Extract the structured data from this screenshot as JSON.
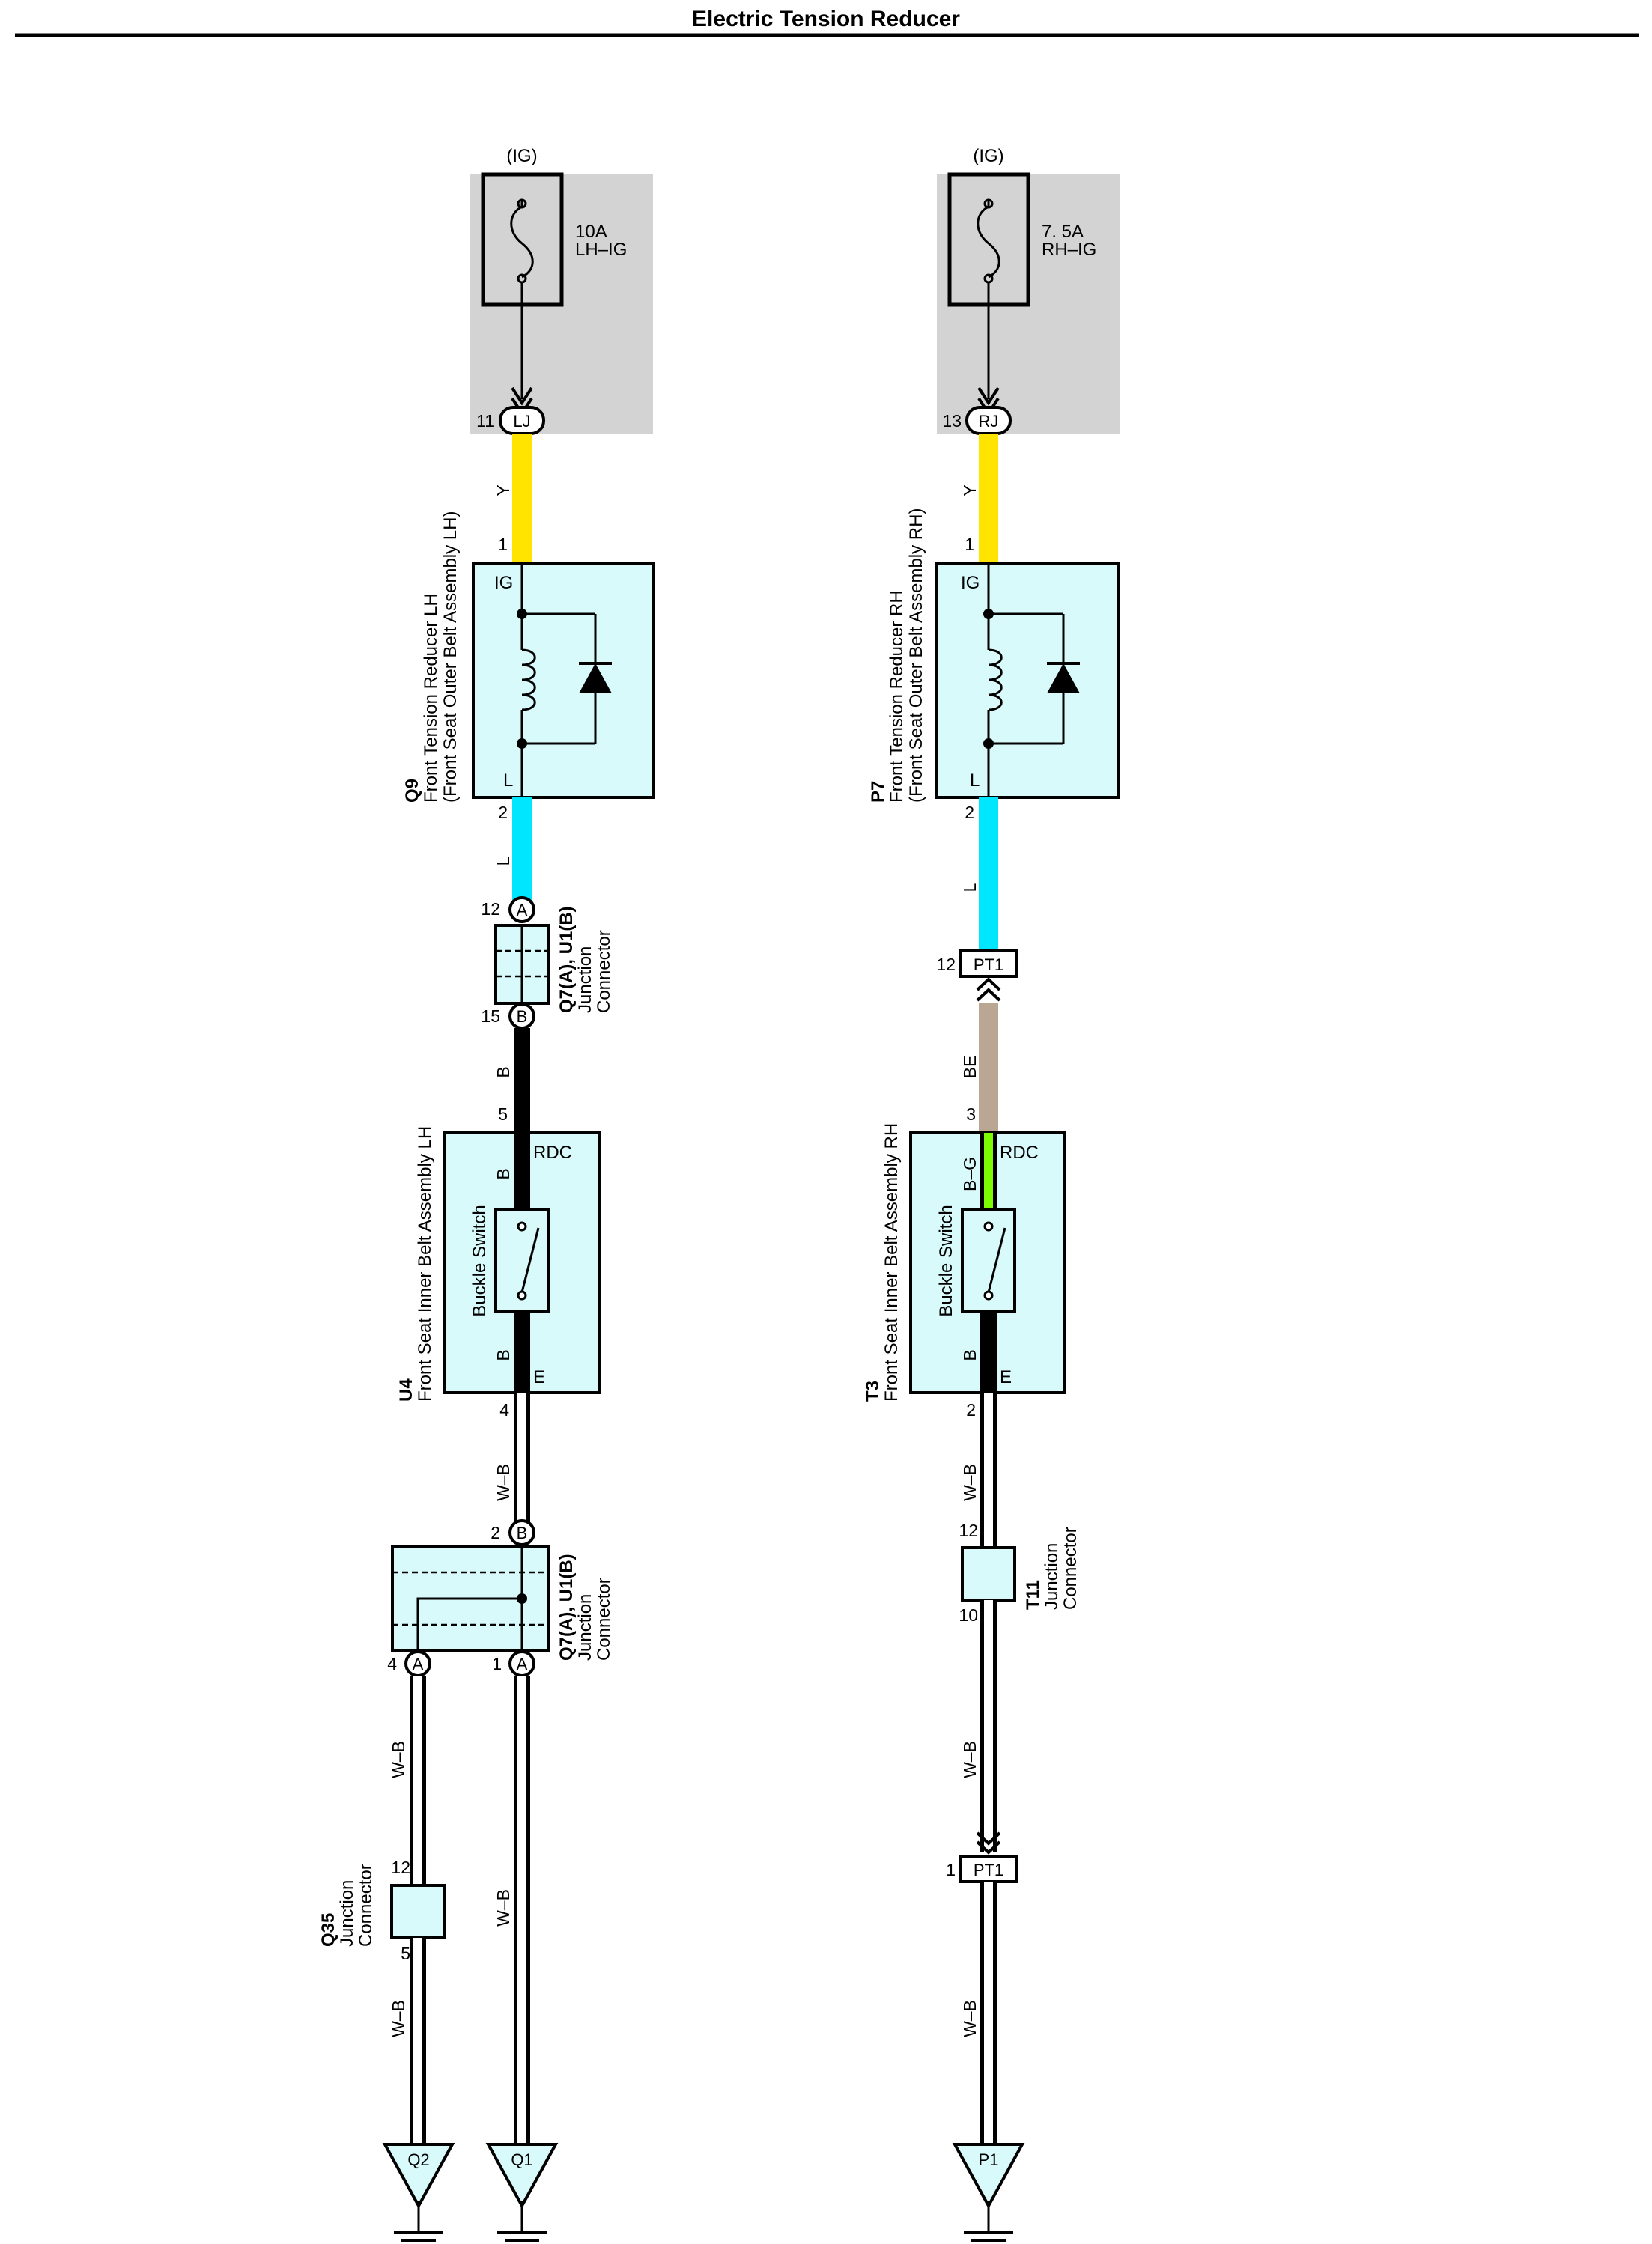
{
  "title": "Electric Tension Reducer",
  "lh": {
    "fuse": {
      "source": "(IG)",
      "rating": "10A",
      "name": "LH–IG",
      "conn_pin": "11",
      "conn": "LJ"
    },
    "wire_y": "Y",
    "reducer": {
      "id": "Q9",
      "name": "Front Tension Reducer LH",
      "sub": "(Front Seat Outer Belt Assembly LH)",
      "term_top": "IG",
      "term_bot": "L",
      "pin_top": "1",
      "pin_bot": "2"
    },
    "wire_l": "L",
    "jc1": {
      "pin_top": "12",
      "top": "A",
      "pin_bot": "15",
      "bot": "B",
      "id": "Q7(A), U1(B)",
      "line1": "Junction",
      "line2": "Connector"
    },
    "wire_b": "B",
    "buckle": {
      "id": "U4",
      "name": "Front Seat Inner Belt Assembly LH",
      "sw": "Buckle Switch",
      "term_top": "RDC",
      "term_bot": "E",
      "pin_top": "5",
      "pin_bot": "4",
      "wire_in_top": "B",
      "wire_in_bot": "B"
    },
    "wire_wb1": "W–B",
    "jc2": {
      "pin_top": "2",
      "top": "B",
      "pin_l": "4",
      "left": "A",
      "pin_r": "1",
      "right": "A",
      "id": "Q7(A), U1(B)",
      "line1": "Junction",
      "line2": "Connector"
    },
    "wire_wb2": "W–B",
    "wire_wb3": "W–B",
    "q35": {
      "id": "Q35",
      "line1": "Junction",
      "line2": "Connector",
      "pin_top": "12",
      "pin_bot": "5"
    },
    "wire_wb4": "W–B",
    "gnd_l": "Q2",
    "gnd_r": "Q1"
  },
  "rh": {
    "fuse": {
      "source": "(IG)",
      "rating": "7. 5A",
      "name": "RH–IG",
      "conn_pin": "13",
      "conn": "RJ"
    },
    "wire_y": "Y",
    "reducer": {
      "id": "P7",
      "name": "Front Tension Reducer RH",
      "sub": "(Front Seat Outer Belt Assembly RH)",
      "term_top": "IG",
      "term_bot": "L",
      "pin_top": "1",
      "pin_bot": "2"
    },
    "wire_l": "L",
    "pt1_top": {
      "pin": "12",
      "label": "PT1"
    },
    "wire_be": "BE",
    "buckle": {
      "id": "T3",
      "name": "Front Seat Inner Belt Assembly RH",
      "sw": "Buckle Switch",
      "term_top": "RDC",
      "term_bot": "E",
      "pin_top": "3",
      "pin_bot": "2",
      "wire_in_top": "B–G",
      "wire_in_bot": "B"
    },
    "wire_wb1": "W–B",
    "t11": {
      "id": "T11",
      "line1": "Junction",
      "line2": "Connector",
      "pin_top": "12",
      "pin_bot": "10"
    },
    "wire_wb2": "W–B",
    "pt1_bot": {
      "pin": "1",
      "label": "PT1"
    },
    "wire_wb3": "W–B",
    "gnd": "P1"
  },
  "colors": {
    "yellow": "#FFE400",
    "cyan": "#00E6FF",
    "beige": "#B9A794",
    "green": "#7CFC00",
    "component_fill": "#D8FAFA",
    "fuse_box": "#D3D3D3",
    "wire_black": "#000000"
  }
}
